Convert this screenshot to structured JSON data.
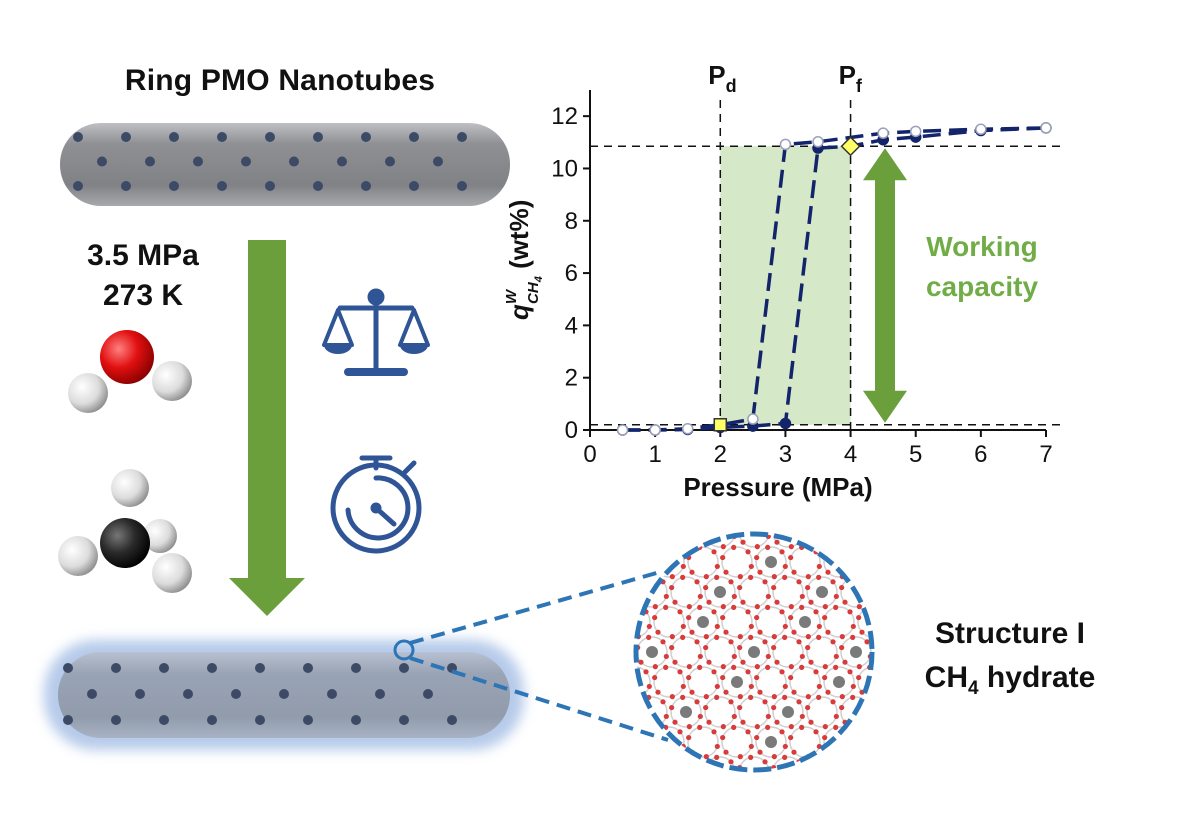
{
  "header": {
    "title": "Ring PMO Nanotubes"
  },
  "conditions": {
    "pressure": "3.5 MPa",
    "temperature": "273 K"
  },
  "product": {
    "line1": "Structure I",
    "line2_prefix": "CH",
    "line2_sub": "4",
    "line2_suffix": " hydrate"
  },
  "icons": [
    "water-molecule-icon",
    "methane-molecule-icon",
    "balance-scale-icon",
    "stopwatch-icon",
    "down-arrow-icon"
  ],
  "colors": {
    "tube": "#8e9094",
    "tube_dot": "#3d4a66",
    "hydrate_glow": "#a9c1e6",
    "arrow_green": "#6a9f3c",
    "icon_blue": "#2f5597",
    "zoom_blue": "#2e75b6",
    "series_dark": "#13246b",
    "shade": "#d5e8c8",
    "capacity_text": "#70ad47"
  },
  "chart_data": {
    "type": "scatter",
    "title": "",
    "xlabel": "Pressure (MPa)",
    "ylabel_main": "q",
    "ylabel_sup": "W",
    "ylabel_sub": "CH",
    "ylabel_subsub": "4",
    "ylabel_unit": " (wt%)",
    "xlim": [
      0,
      7
    ],
    "ylim": [
      0,
      13
    ],
    "xticks": [
      0,
      1,
      2,
      3,
      4,
      5,
      6,
      7
    ],
    "yticks": [
      0,
      2,
      4,
      6,
      8,
      10,
      12
    ],
    "grid": false,
    "hlines": [
      10.85,
      0.2
    ],
    "vlines": [
      {
        "x": 2,
        "label": "P",
        "sub": "d"
      },
      {
        "x": 4,
        "label": "P",
        "sub": "f"
      }
    ],
    "shaded_region": {
      "x": [
        2,
        4
      ],
      "y": [
        0.2,
        10.85
      ]
    },
    "annotation": {
      "line1": "Working",
      "line2": "capacity"
    },
    "series": [
      {
        "marker": "filled",
        "points": [
          [
            0.5,
            0.0
          ],
          [
            1.0,
            0.0
          ],
          [
            1.5,
            0.02
          ],
          [
            2.0,
            0.1
          ],
          [
            2.5,
            0.15
          ],
          [
            3.0,
            0.25
          ],
          [
            3.5,
            10.78
          ],
          [
            4.0,
            10.85
          ],
          [
            4.5,
            11.1
          ],
          [
            5.0,
            11.2
          ],
          [
            6.0,
            11.45
          ],
          [
            7.0,
            11.55
          ]
        ]
      },
      {
        "marker": "open",
        "points": [
          [
            0.5,
            0.0
          ],
          [
            1.0,
            0.0
          ],
          [
            1.5,
            0.05
          ],
          [
            2.0,
            0.2
          ],
          [
            2.5,
            0.42
          ],
          [
            3.0,
            10.92
          ],
          [
            3.5,
            11.02
          ],
          [
            4.5,
            11.35
          ],
          [
            5.0,
            11.42
          ],
          [
            6.0,
            11.5
          ],
          [
            7.0,
            11.55
          ]
        ]
      }
    ],
    "special_points": [
      {
        "name": "Pd point",
        "marker": "square",
        "x": 2.0,
        "y": 0.2
      },
      {
        "name": "Pf point",
        "marker": "diamond",
        "x": 4.0,
        "y": 10.85
      }
    ]
  }
}
